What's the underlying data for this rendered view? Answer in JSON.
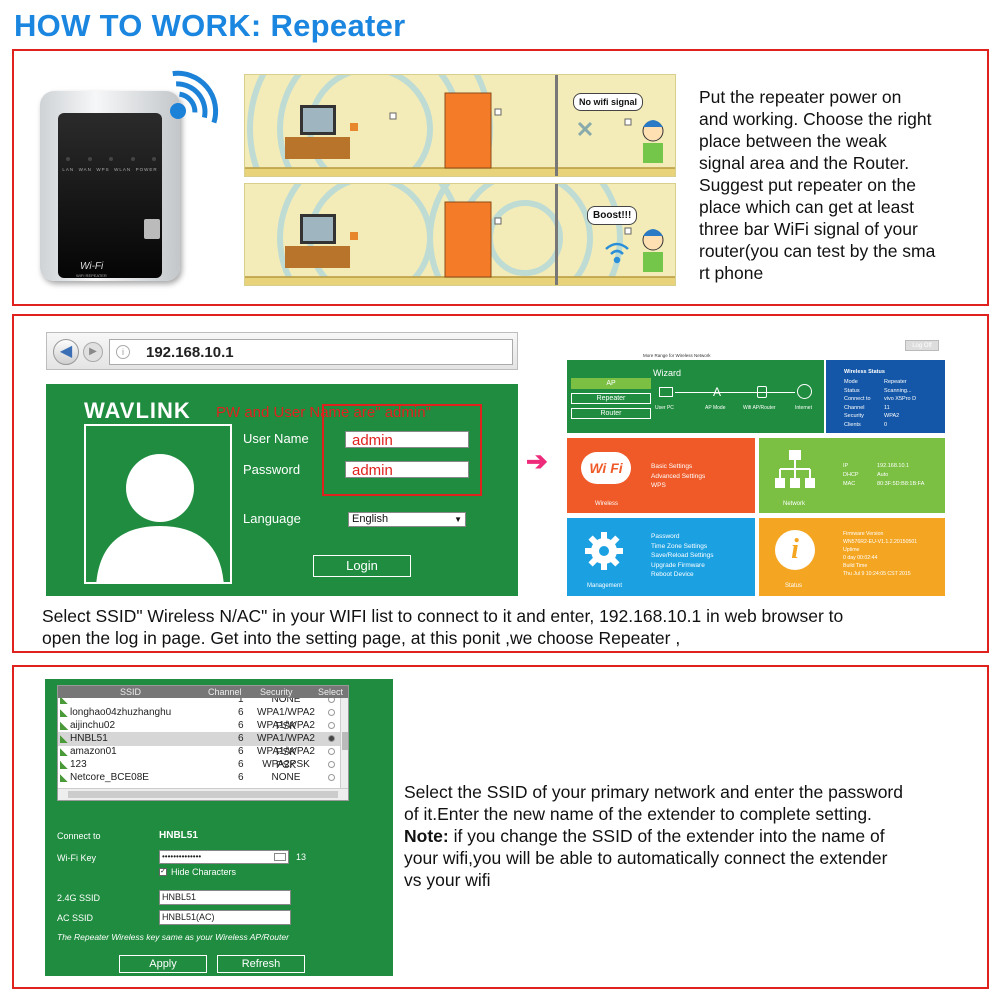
{
  "title": "HOW TO WORK: Repeater",
  "section1": {
    "device_label": "Wi-Fi",
    "device_sublabel": "WIFI REPEATER",
    "scene_top_bubble": "No wifi signal",
    "scene_bottom_bubble": "Boost!!!",
    "description": [
      "Put the repeater power on",
      "and working. Choose the right",
      "place between the weak",
      "signal area and the Router.",
      "Suggest put repeater on the",
      "place which can get at least",
      "three bar WiFi signal of your",
      "router(you can test by the sma",
      "rt phone"
    ]
  },
  "section2": {
    "address": "192.168.10.1",
    "brand": "wavlink",
    "note": "PW and User Name are\" admin\"",
    "username_label": "User Name",
    "username_value": "admin",
    "password_label": "Password",
    "password_value": "admin",
    "language_label": "Language",
    "language_value": "English",
    "login_label": "Login",
    "dash": {
      "header": "More Range for Wireless Network",
      "logoff": "Log Off",
      "modes": [
        "AP",
        "Repeater",
        "Router"
      ],
      "wizard": "Wizard",
      "wizard_nodes": [
        "User PC",
        "AP Mode",
        "Wifi AP/Router",
        "Internet"
      ],
      "status_title": "Wireless Status",
      "status_rows": [
        [
          "Mode",
          "Repeater"
        ],
        [
          "Status",
          "Scanning..."
        ],
        [
          "Connect to",
          "vivo X5Pro D"
        ],
        [
          "Channel",
          "11"
        ],
        [
          "Security",
          "WPA2"
        ],
        [
          "Clients",
          "0"
        ]
      ],
      "wireless_items": [
        "Basic Settings",
        "Advanced Settings",
        "WPS"
      ],
      "wireless_label": "Wireless",
      "wifi_badge": "Wi Fi",
      "network_rows": [
        [
          "IP",
          "192.168.10.1"
        ],
        [
          "DHCP",
          "Auto"
        ],
        [
          "MAC",
          "80:3F:5D:B8:1B:FA"
        ]
      ],
      "network_label": "Network",
      "management_items": [
        "Password",
        "Time Zone Settings",
        "Save/Reload Settings",
        "Upgrade Firmware",
        "Reboot Device"
      ],
      "management_label": "Management",
      "status_info": [
        "Firmware Version",
        "WN576R2-EU-V1.1.2.20150501",
        "Uptime",
        "0 day 00:02:44",
        "Build Time",
        "Thu Jul 9 10:24:05 CST 2015"
      ],
      "status_label": "Status"
    },
    "description": [
      "Select SSID\" Wireless N/AC\" in your WIFI list to connect to it and enter, 192.168.10.1 in web browser to",
      "open the log in page. Get into the setting page, at this ponit ,we choose Repeater ,"
    ]
  },
  "section3": {
    "columns": [
      "SSID",
      "Channel",
      "Security",
      "Select"
    ],
    "rows": [
      {
        "ssid": "",
        "channel": "1",
        "security": "NONE"
      },
      {
        "ssid": "longhao04zhuzhanghu",
        "channel": "6",
        "security": "WPA1/WPA2 PSK"
      },
      {
        "ssid": "aijinchu02",
        "channel": "6",
        "security": "WPA1/WPA2 PSK"
      },
      {
        "ssid": "HNBL51",
        "channel": "6",
        "security": "WPA1/WPA2 PSK"
      },
      {
        "ssid": "amazon01",
        "channel": "6",
        "security": "WPA1/WPA2 PSK"
      },
      {
        "ssid": "123",
        "channel": "6",
        "security": "WPA2PSK"
      },
      {
        "ssid": "Netcore_BCE08E",
        "channel": "6",
        "security": "NONE"
      }
    ],
    "connect_label": "Connect to",
    "connect_value": "HNBL51",
    "wifikey_label": "Wi-Fi Key",
    "wifikey_value": "••••••••••••••",
    "wifikey_len": "13",
    "hide_chars": "Hide Characters",
    "ssid24_label": "2.4G SSID",
    "ssid24_value": "HNBL51",
    "ssidac_label": "AC SSID",
    "ssidac_value": "HNBL51(AC)",
    "note_line": "The Repeater Wireless key same as your Wireless AP/Router",
    "apply_label": "Apply",
    "refresh_label": "Refresh",
    "desc_line1": "Select the SSID of your primary network and enter the password",
    "desc_line2": "of it.Enter the new name of the extender to complete setting.",
    "note_label": "Note:",
    "note_text": " if you change the SSID of the extender into the name of",
    "desc_line4": "your wifi,you will be able to automatically connect the extender",
    "desc_line5": "vs your wifi"
  }
}
